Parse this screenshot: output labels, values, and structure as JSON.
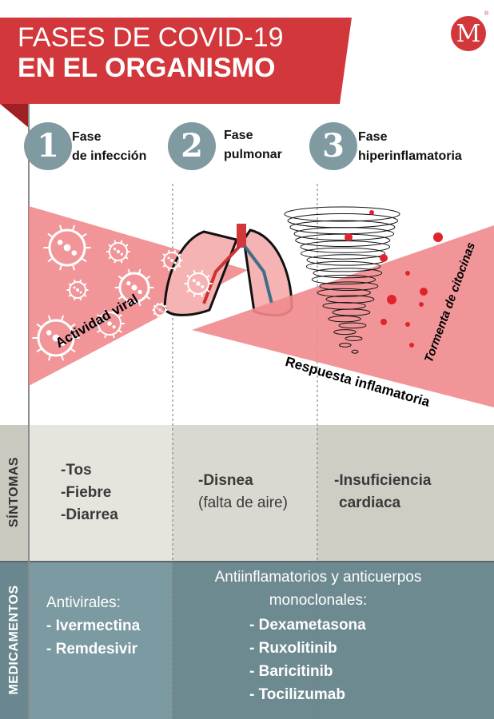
{
  "header": {
    "title_line1": "FASES DE COVID-19",
    "title_line2": "EN EL ORGANISMO",
    "logo_letter": "M",
    "logo_mark": "®"
  },
  "phases": [
    {
      "number": "1",
      "line1": "Fase",
      "line2": "de infección"
    },
    {
      "number": "2",
      "line1": "Fase",
      "line2": "pulmonar"
    },
    {
      "number": "3",
      "line1": "Fase",
      "line2": "hiperinflamatoria"
    }
  ],
  "illustration": {
    "viral_label": "Actividad viral",
    "inflammatory_label": "Respuesta inflamatoria",
    "storm_label": "Tormenta de citocinas"
  },
  "symptoms": {
    "label": "SÍNTOMAS",
    "phase1": [
      "-Tos",
      "-Fiebre",
      "-Diarrea"
    ],
    "phase2": {
      "main": "-Disnea",
      "note": "(falta de aire)"
    },
    "phase3": [
      "-Insuficiencia",
      "cardiaca"
    ]
  },
  "medications": {
    "label": "MEDICAMENTOS",
    "antivirals": {
      "title": "Antivirales:",
      "items": [
        "- Ivermectina",
        "- Remdesivir"
      ]
    },
    "anti_inflammatory": {
      "title_line1": "Antiinflamatorios y anticuerpos",
      "title_line2": "monoclonales:",
      "items": [
        "- Dexametasona",
        "- Ruxolitinib",
        "- Baricitinib",
        "- Tocilizumab"
      ]
    }
  },
  "colors": {
    "red": "#d2373b",
    "pink": "#f08a8e",
    "circle": "#7f9ba1",
    "meds_left": "#7b9aa2",
    "meds_right": "#6e8a91"
  }
}
